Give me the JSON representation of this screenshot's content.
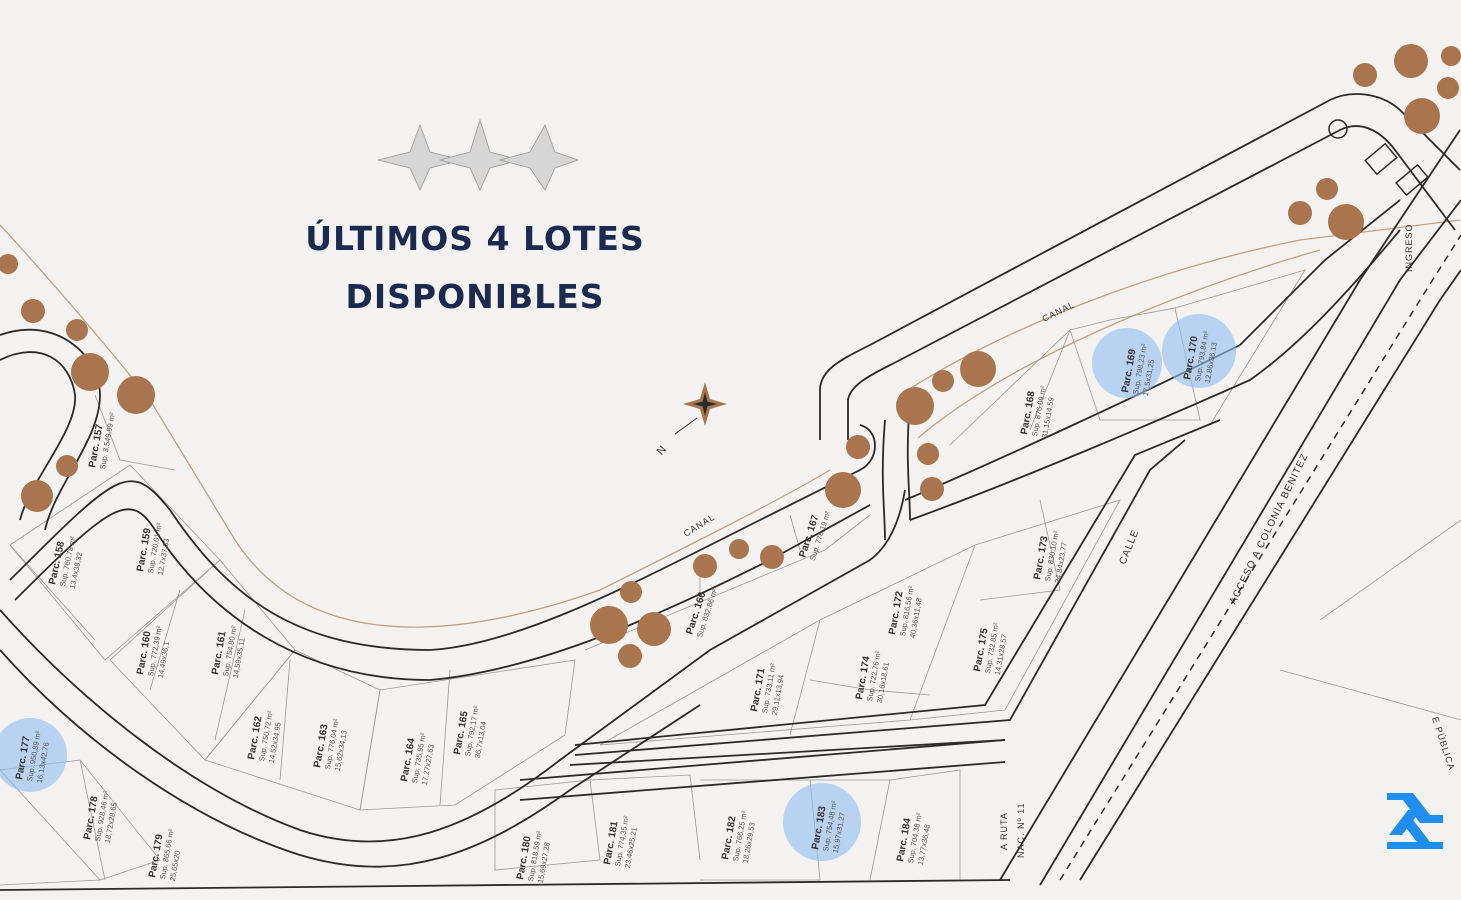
{
  "heading": {
    "line1": "ÚLTIMOS 4 LOTES",
    "line2": "DISPONIBLES"
  },
  "compass": {
    "label": "N"
  },
  "colors": {
    "heading": "#1b2a4e",
    "road_line": "#2b2b2b",
    "canal": "#c4a184",
    "tree": "#a8754e",
    "available": "#8fbdf2",
    "logo": "#1e8ff0",
    "lot_line": "#9a9a9a"
  },
  "labels": {
    "canal_1": "CANAL",
    "canal_2": "CANAL",
    "calle": "CALLE",
    "acceso": "ACCESO A COLONIA BENITEZ",
    "ingreso": "INGRESO",
    "ruta_1": "A RUTA",
    "ruta_2": "NAC. Nº 11",
    "publica": "E PÚBLICA"
  },
  "lots": [
    {
      "name": "Parc. 157",
      "sup": "Sup. 3.549,99 m²",
      "dims": "",
      "available": false
    },
    {
      "name": "Parc. 158",
      "sup": "Sup. 760,78 m²",
      "dims": "13,4x38,32",
      "available": false
    },
    {
      "name": "Parc. 159",
      "sup": "Sup. 720,01 m²",
      "dims": "12,7x37,33",
      "available": false
    },
    {
      "name": "Parc. 160",
      "sup": "Sup. 772,39 m²",
      "dims": "14,49x36,1",
      "available": false
    },
    {
      "name": "Parc. 161",
      "sup": "Sup. 754,80 m²",
      "dims": "14,59x35,11",
      "available": false
    },
    {
      "name": "Parc. 162",
      "sup": "Sup. 750,72 m²",
      "dims": "14,52x34,95",
      "available": false
    },
    {
      "name": "Parc. 163",
      "sup": "Sup. 776,04 m²",
      "dims": "15,62x34,13",
      "available": false
    },
    {
      "name": "Parc. 164",
      "sup": "Sup. 735,95 m²",
      "dims": "17,27x27,63",
      "available": false
    },
    {
      "name": "Parc. 165",
      "sup": "Sup. 792,17 m²",
      "dims": "36,7x13,04",
      "available": false
    },
    {
      "name": "Parc. 166",
      "sup": "Sup. 832,86 m²",
      "dims": "",
      "available": false
    },
    {
      "name": "Parc. 167",
      "sup": "Sup. 776,19 m²",
      "dims": "",
      "available": false
    },
    {
      "name": "Parc. 168",
      "sup": "Sup. 876,09 m²",
      "dims": "31,15x14,59",
      "available": false
    },
    {
      "name": "Parc. 169",
      "sup": "Sup. 798,23 m²",
      "dims": "17,5x31,25",
      "available": true
    },
    {
      "name": "Parc. 170",
      "sup": "Sup. 793,84 m²",
      "dims": "12,86x36,13",
      "available": true
    },
    {
      "name": "Parc. 171",
      "sup": "Sup. 733,11 m²",
      "dims": "29,11x13,94",
      "available": false
    },
    {
      "name": "Parc. 172",
      "sup": "Sup. 816,56 m²",
      "dims": "40,36x11,48",
      "available": false
    },
    {
      "name": "Parc. 173",
      "sup": "Sup. 830,10 m²",
      "dims": "24,84x23,77",
      "available": false
    },
    {
      "name": "Parc. 174",
      "sup": "Sup. 722,76 m²",
      "dims": "30,16x18,61",
      "available": false
    },
    {
      "name": "Parc. 175",
      "sup": "Sup. 732,85 m²",
      "dims": "14,31x28,57",
      "available": false
    },
    {
      "name": "Parc. 177",
      "sup": "Sup. 950,89 m²",
      "dims": "16,13x42,76",
      "available": true
    },
    {
      "name": "Parc. 178",
      "sup": "Sup. 928,46 m²",
      "dims": "18,72x28,65",
      "available": false
    },
    {
      "name": "Parc. 179",
      "sup": "Sup. 865,66 m²",
      "dims": "25,65x20",
      "available": false
    },
    {
      "name": "Parc. 180",
      "sup": "Sup. 818,59 m²",
      "dims": "15,69x27,28",
      "available": false
    },
    {
      "name": "Parc. 181",
      "sup": "Sup. 774,35 m²",
      "dims": "23,46x25,21",
      "available": false
    },
    {
      "name": "Parc. 182",
      "sup": "Sup. 766,25 m²",
      "dims": "18,26x29,53",
      "available": false
    },
    {
      "name": "Parc. 183",
      "sup": "Sup. 754,48 m²",
      "dims": "15,97x31,27",
      "available": true
    },
    {
      "name": "Parc. 184",
      "sup": "Sup. 704,38 m²",
      "dims": "13,77x36,48",
      "available": false
    }
  ]
}
